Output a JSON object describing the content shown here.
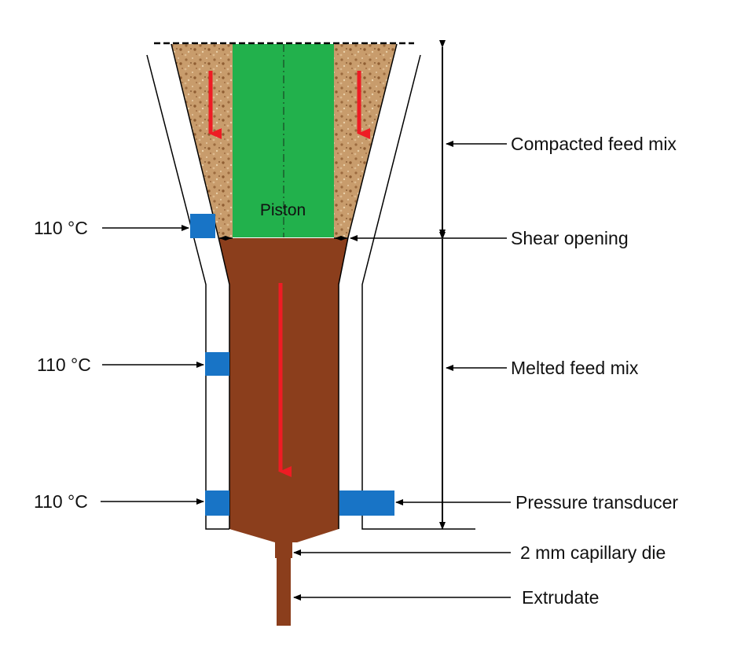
{
  "labels": {
    "piston": "Piston",
    "compacted_feed_mix": "Compacted feed mix",
    "shear_opening": "Shear opening",
    "melted_feed_mix": "Melted feed mix",
    "pressure_transducer": "Pressure transducer",
    "capillary_die": "2 mm capillary die",
    "extrudate": "Extrudate"
  },
  "temperatures": [
    "110 °C",
    "110 °C",
    "110 °C"
  ],
  "colors": {
    "piston": "#22b14c",
    "compacted_feed": "#c6986a",
    "melted_feed": "#8b3e1c",
    "flow_arrow": "#ee1c24",
    "sensor": "#1874c6",
    "line": "#000000"
  }
}
